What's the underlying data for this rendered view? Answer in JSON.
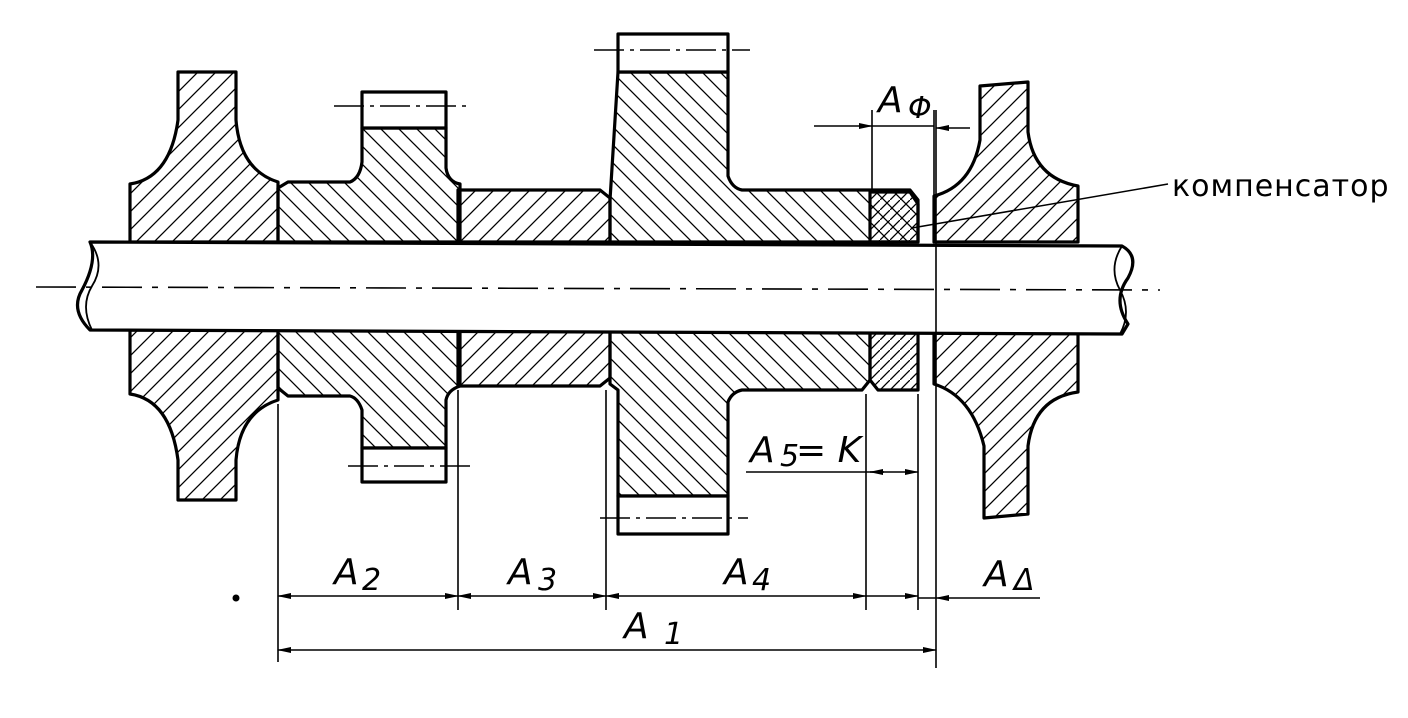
{
  "labels": {
    "A2": "A",
    "A2_sub": "2",
    "A3": "A",
    "A3_sub": "3",
    "A4": "A",
    "A4_sub": "4",
    "A1": "A",
    "A1_sub": "1",
    "Adelta": "A",
    "Adelta_sub": "Δ",
    "Aphi": "A",
    "Aphi_sub": "Φ",
    "A5": "A",
    "A5_sub": "5",
    "A5_eq": "= K",
    "compensator": "компенсатор"
  },
  "colors": {
    "ink": "#000000",
    "paper": "#ffffff"
  }
}
